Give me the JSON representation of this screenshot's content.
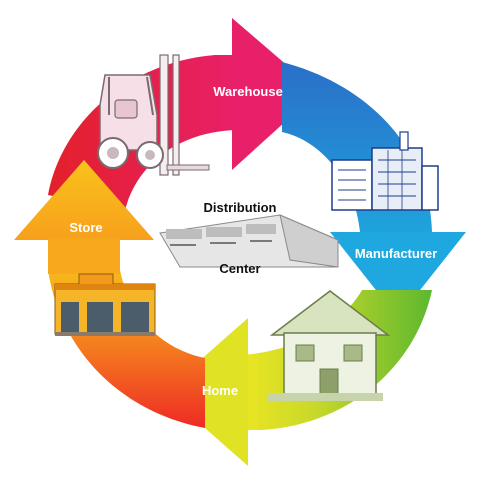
{
  "diagram": {
    "center": {
      "line1": "Distribution",
      "line2": "Center"
    },
    "stages": [
      {
        "label": "Warehouse",
        "color": "#e8205c",
        "icon": "forklift-icon"
      },
      {
        "label": "Manufacturer",
        "color": "#1f9ad6",
        "icon": "factory-icon"
      },
      {
        "label": "Home",
        "color": "#b9d62a",
        "icon": "house-icon"
      },
      {
        "label": "Store",
        "color": "#f7a21c",
        "icon": "store-icon"
      }
    ],
    "colors": {
      "red": "#e3202a",
      "pink": "#e8205c",
      "blue": "#1f9ad6",
      "green": "#7bbd2b",
      "yellow": "#e6e020",
      "orange": "#f28a1c",
      "gold": "#f7b21c"
    }
  }
}
